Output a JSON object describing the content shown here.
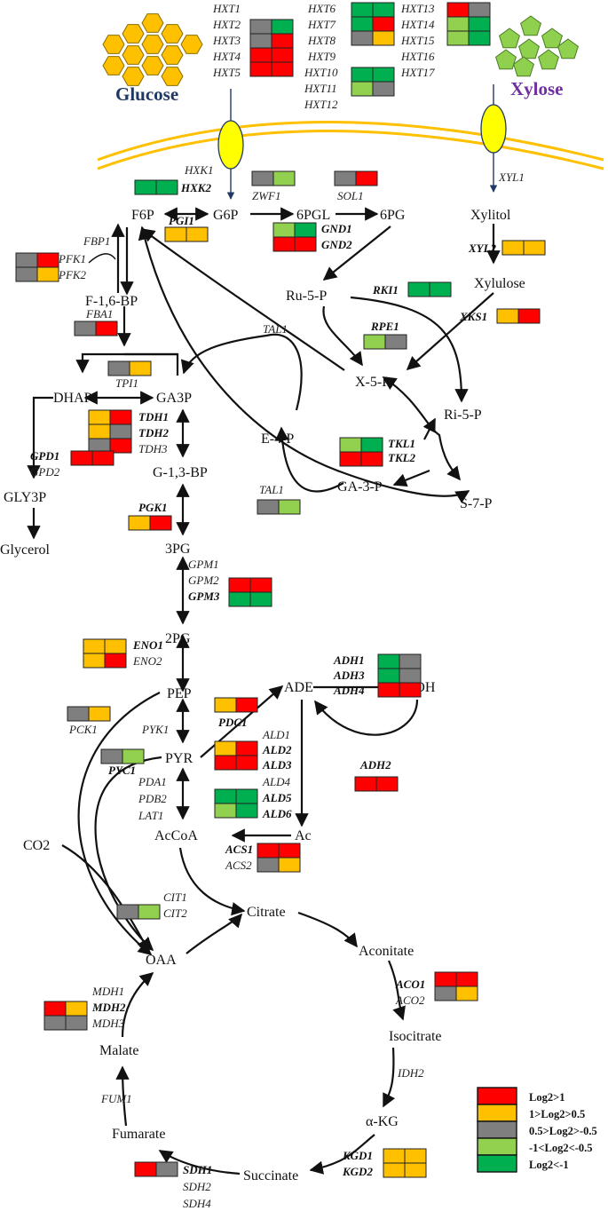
{
  "colors": {
    "log2_gt_1": "#ff0000",
    "between_1_and_0_5": "#ffc000",
    "between_0_5_and_minus_0_5": "#7f7f7f",
    "between_minus_1_and_minus_0_5": "#92d050",
    "lt_minus_1": "#00b050",
    "membrane": "#ffc000",
    "transporter": "#ffff00",
    "glucose_hex": "#ffc000",
    "xylose_pent": "#8fd14f"
  },
  "sugars": {
    "glucose": "Glucose",
    "xylose": "Xylose"
  },
  "metabolites": {
    "f6p": "F6P",
    "g6p": "G6P",
    "pgl6": "6PGL",
    "pg6": "6PG",
    "f16bp": "F-1,6-BP",
    "dhap": "DHAP",
    "ga3p": "GA3P",
    "g13bp": "G-1,3-BP",
    "gly3p": "GLY3P",
    "glycerol": "Glycerol",
    "pg3": "3PG",
    "pg2": "2PG",
    "pep": "PEP",
    "pyr": "PYR",
    "ade": "ADE",
    "etoh": "ETOH",
    "acetate": "Ac",
    "accoa": "AcCoA",
    "co2": "CO2",
    "citrate": "Citrate",
    "aconitate": "Aconitate",
    "isocitrate": "Isocitrate",
    "akg": "α-KG",
    "succinate": "Succinate",
    "fumarate": "Fumarate",
    "malate": "Malate",
    "oaa": "OAA",
    "xylitol": "Xylitol",
    "xylulose": "Xylulose",
    "ru5p": "Ru-5-P",
    "x5p": "X-5-P",
    "ri5p": "Ri-5-P",
    "e4p": "E-4-P",
    "ga3p_ppp": "GA-3-P",
    "s7p": "S-7-P"
  },
  "genes": {
    "hxt_col1": [
      "HXT1",
      "HXT2",
      "HXT3",
      "HXT4",
      "HXT5"
    ],
    "hxt_col2": [
      "HXT6",
      "HXT7",
      "HXT8",
      "HXT9",
      "HXT10",
      "HXT11",
      "HXT12"
    ],
    "hxt_col3": [
      "HXT13",
      "HXT14",
      "HXT15",
      "HXT16",
      "HXT17"
    ],
    "hxk1": "HXK1",
    "hxk2": "HXK2",
    "zwf1": "ZWF1",
    "sol1": "SOL1",
    "pgi1": "PGI1",
    "gnd1": "GND1",
    "gnd2": "GND2",
    "xyl1": "XYL1",
    "xyl2": "XYL2",
    "xks1": "XKS1",
    "fbp1": "FBP1",
    "pfk1": "PFK1",
    "pfk2": "PFK2",
    "rki1": "RKI1",
    "fba1": "FBA1",
    "tal1_top": "TAL1",
    "rpe1": "RPE1",
    "tpi1": "TPI1",
    "tdh1": "TDH1",
    "tdh2": "TDH2",
    "tdh3": "TDH3",
    "tkl1": "TKL1",
    "tkl2": "TKL2",
    "gpd1": "GPD1",
    "gpd2": "GPD2",
    "tal1_bottom": "TAL1",
    "pgk1": "PGK1",
    "gpm1": "GPM1",
    "gpm2": "GPM2",
    "gpm3": "GPM3",
    "eno1": "ENO1",
    "eno2": "ENO2",
    "adh1": "ADH1",
    "adh3": "ADH3",
    "adh4": "ADH4",
    "pck1": "PCK1",
    "pdc1": "PDC1",
    "pyk1": "PYK1",
    "ald1": "ALD1",
    "ald2": "ALD2",
    "ald3": "ALD3",
    "ald4": "ALD4",
    "ald5": "ALD5",
    "ald6": "ALD6",
    "pyc1": "PYC1",
    "adh2": "ADH2",
    "pda1": "PDA1",
    "pdb2": "PDB2",
    "lat1": "LAT1",
    "acs1": "ACS1",
    "acs2": "ACS2",
    "cit1": "CIT1",
    "cit2": "CIT2",
    "aco1": "ACO1",
    "aco2": "ACO2",
    "mdh1": "MDH1",
    "mdh2": "MDH2",
    "mdh3": "MDH3",
    "idh2": "IDH2",
    "fum1": "FUM1",
    "kgd1": "KGD1",
    "kgd2": "KGD2",
    "sdh1": "SDH1",
    "sdh2": "SDH2",
    "sdh4": "SDH4"
  },
  "legend": [
    {
      "label": "Log2>1",
      "color": "#ff0000"
    },
    {
      "label": "1>Log2>0.5",
      "color": "#ffc000"
    },
    {
      "label": "0.5>Log2>-0.5",
      "color": "#7f7f7f"
    },
    {
      "label": "-1<Log2<-0.5",
      "color": "#92d050"
    },
    {
      "label": "Log2<-1",
      "color": "#00b050"
    }
  ],
  "heatmaps": {
    "hxt2_5": [
      [
        "#7f7f7f",
        "#00b050"
      ],
      [
        "#7f7f7f",
        "#ff0000"
      ],
      [
        "#ff0000",
        "#ff0000"
      ],
      [
        "#ff0000",
        "#ff0000"
      ]
    ],
    "hxt6_8": [
      [
        "#00b050",
        "#00b050"
      ],
      [
        "#00b050",
        "#ff0000"
      ],
      [
        "#7f7f7f",
        "#ffc000"
      ]
    ],
    "hxt10_11": [
      [
        "#00b050",
        "#00b050"
      ],
      [
        "#92d050",
        "#7f7f7f"
      ]
    ],
    "hxt13_15": [
      [
        "#ff0000",
        "#7f7f7f"
      ],
      [
        "#92d050",
        "#00b050"
      ],
      [
        "#92d050",
        "#00b050"
      ]
    ],
    "hxk": [
      [
        "#00b050",
        "#00b050"
      ]
    ],
    "zwf1": [
      [
        "#7f7f7f",
        "#92d050"
      ]
    ],
    "sol1": [
      [
        "#7f7f7f",
        "#ff0000"
      ]
    ],
    "pgi1": [
      [
        "#ffc000",
        "#ffc000"
      ]
    ],
    "gnd": [
      [
        "#92d050",
        "#00b050"
      ],
      [
        "#ff0000",
        "#ff0000"
      ]
    ],
    "xyl2": [
      [
        "#ffc000",
        "#ffc000"
      ]
    ],
    "pfk": [
      [
        "#7f7f7f",
        "#ff0000"
      ],
      [
        "#7f7f7f",
        "#ffc000"
      ]
    ],
    "rki1": [
      [
        "#00b050",
        "#00b050"
      ]
    ],
    "xks1": [
      [
        "#ffc000",
        "#ff0000"
      ]
    ],
    "fba1": [
      [
        "#7f7f7f",
        "#ff0000"
      ]
    ],
    "rpe1": [
      [
        "#92d050",
        "#7f7f7f"
      ]
    ],
    "tpi1": [
      [
        "#7f7f7f",
        "#ffc000"
      ]
    ],
    "tdh": [
      [
        "#ffc000",
        "#ff0000"
      ],
      [
        "#ffc000",
        "#7f7f7f"
      ],
      [
        "#7f7f7f",
        "#ff0000"
      ]
    ],
    "tkl": [
      [
        "#92d050",
        "#00b050"
      ],
      [
        "#ff0000",
        "#ff0000"
      ]
    ],
    "gpd": [
      [
        "#ff0000",
        "#ff0000"
      ]
    ],
    "tal1_bottom": [
      [
        "#7f7f7f",
        "#92d050"
      ]
    ],
    "pgk1": [
      [
        "#ffc000",
        "#ff0000"
      ]
    ],
    "gpm": [
      [
        "#ff0000",
        "#ff0000"
      ],
      [
        "#00b050",
        "#00b050"
      ]
    ],
    "eno": [
      [
        "#ffc000",
        "#ffc000"
      ],
      [
        "#ffc000",
        "#ff0000"
      ]
    ],
    "adh": [
      [
        "#00b050",
        "#7f7f7f"
      ],
      [
        "#00b050",
        "#7f7f7f"
      ],
      [
        "#ff0000",
        "#ff0000"
      ]
    ],
    "pck1": [
      [
        "#7f7f7f",
        "#ffc000"
      ]
    ],
    "pdc1": [
      [
        "#ffc000",
        "#ff0000"
      ]
    ],
    "ald_top": [
      [
        "#ffc000",
        "#ff0000"
      ],
      [
        "#ff0000",
        "#ff0000"
      ]
    ],
    "pyc1": [
      [
        "#7f7f7f",
        "#92d050"
      ]
    ],
    "ald_bottom": [
      [
        "#00b050",
        "#00b050"
      ],
      [
        "#92d050",
        "#00b050"
      ]
    ],
    "adh2": [
      [
        "#ff0000",
        "#ff0000"
      ]
    ],
    "acs": [
      [
        "#ff0000",
        "#ff0000"
      ],
      [
        "#7f7f7f",
        "#ffc000"
      ]
    ],
    "cit": [
      [
        "#7f7f7f",
        "#92d050"
      ]
    ],
    "aco": [
      [
        "#ff0000",
        "#ff0000"
      ],
      [
        "#7f7f7f",
        "#ffc000"
      ]
    ],
    "mdh": [
      [
        "#ff0000",
        "#ffc000"
      ],
      [
        "#7f7f7f",
        "#7f7f7f"
      ]
    ],
    "kgd": [
      [
        "#ffc000",
        "#ffc000"
      ],
      [
        "#ffc000",
        "#ffc000"
      ]
    ],
    "sdh": [
      [
        "#ff0000",
        "#7f7f7f"
      ]
    ]
  }
}
